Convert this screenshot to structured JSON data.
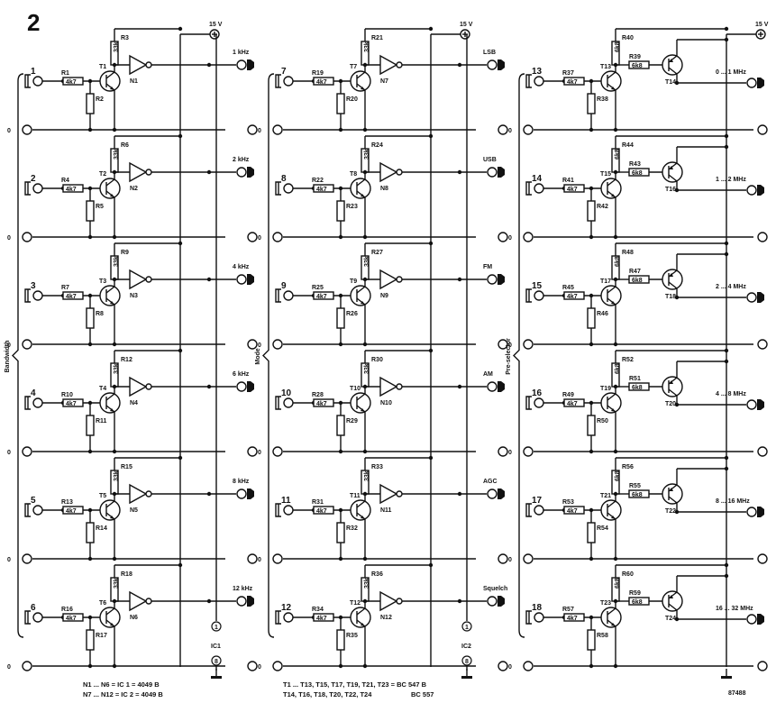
{
  "figure_number": "2",
  "figure_code": "87488",
  "supply_label": "15 V",
  "ground_label": "0",
  "resistor_value_series": "4k7",
  "resistor_value_pullup_a": "33k",
  "resistor_value_pullup_b": "6k8",
  "footnotes": {
    "ic1": "N1 ... N6 = IC 1 = 4049 B",
    "ic2": "N7 ... N12 = IC 2 = 4049 B",
    "npn": "T1 ... T13, T15, T17, T19, T21, T23 = BC 547 B",
    "pnp_list": "T14, T16, T18, T20, T22, T24",
    "pnp_type": "BC 557"
  },
  "panels": [
    {
      "group_label": "Bandwidth",
      "ic_label": "IC1",
      "ic_pin_vdd": "1",
      "ic_pin_vss": "8",
      "stages": [
        {
          "input": "1",
          "r_in": "R1",
          "r_bias": "R2",
          "r_pull": "R3",
          "transistor": "T1",
          "gate": "N1",
          "output": "1 kHz"
        },
        {
          "input": "2",
          "r_in": "R4",
          "r_bias": "R5",
          "r_pull": "R6",
          "transistor": "T2",
          "gate": "N2",
          "output": "2 kHz"
        },
        {
          "input": "3",
          "r_in": "R7",
          "r_bias": "R8",
          "r_pull": "R9",
          "transistor": "T3",
          "gate": "N3",
          "output": "4 kHz"
        },
        {
          "input": "4",
          "r_in": "R10",
          "r_bias": "R11",
          "r_pull": "R12",
          "transistor": "T4",
          "gate": "N4",
          "output": "6 kHz"
        },
        {
          "input": "5",
          "r_in": "R13",
          "r_bias": "R14",
          "r_pull": "R15",
          "transistor": "T5",
          "gate": "N5",
          "output": "8 kHz"
        },
        {
          "input": "6",
          "r_in": "R16",
          "r_bias": "R17",
          "r_pull": "R18",
          "transistor": "T6",
          "gate": "N6",
          "output": "12 kHz"
        }
      ]
    },
    {
      "group_label": "Mode",
      "ic_label": "IC2",
      "ic_pin_vdd": "1",
      "ic_pin_vss": "8",
      "stages": [
        {
          "input": "7",
          "r_in": "R19",
          "r_bias": "R20",
          "r_pull": "R21",
          "transistor": "T7",
          "gate": "N7",
          "output": "LSB"
        },
        {
          "input": "8",
          "r_in": "R22",
          "r_bias": "R23",
          "r_pull": "R24",
          "transistor": "T8",
          "gate": "N8",
          "output": "USB"
        },
        {
          "input": "9",
          "r_in": "R25",
          "r_bias": "R26",
          "r_pull": "R27",
          "transistor": "T9",
          "gate": "N9",
          "output": "FM"
        },
        {
          "input": "10",
          "r_in": "R28",
          "r_bias": "R29",
          "r_pull": "R30",
          "transistor": "T10",
          "gate": "N10",
          "output": "AM"
        },
        {
          "input": "11",
          "r_in": "R31",
          "r_bias": "R32",
          "r_pull": "R33",
          "transistor": "T11",
          "gate": "N11",
          "output": "AGC"
        },
        {
          "input": "12",
          "r_in": "R34",
          "r_bias": "R35",
          "r_pull": "R36",
          "transistor": "T12",
          "gate": "N12",
          "output": "Squelch"
        }
      ]
    },
    {
      "group_label": "Pre-selector",
      "stages": [
        {
          "input": "13",
          "r_in": "R37",
          "r_bias": "R38",
          "r_base": "R39",
          "r_pull": "R40",
          "transistor": "T13",
          "pnp": "T14",
          "output": "0 ... 1 MHz"
        },
        {
          "input": "14",
          "r_in": "R41",
          "r_bias": "R42",
          "r_base": "R43",
          "r_pull": "R44",
          "transistor": "T15",
          "pnp": "T16",
          "output": "1 ... 2 MHz"
        },
        {
          "input": "15",
          "r_in": "R45",
          "r_bias": "R46",
          "r_base": "R47",
          "r_pull": "R48",
          "transistor": "T17",
          "pnp": "T18",
          "output": "2 ... 4 MHz"
        },
        {
          "input": "16",
          "r_in": "R49",
          "r_bias": "R50",
          "r_base": "R51",
          "r_pull": "R52",
          "transistor": "T19",
          "pnp": "T20",
          "output": "4 ... 8 MHz"
        },
        {
          "input": "17",
          "r_in": "R53",
          "r_bias": "R54",
          "r_base": "R55",
          "r_pull": "R56",
          "transistor": "T21",
          "pnp": "T22",
          "output": "8 ... 16 MHz"
        },
        {
          "input": "18",
          "r_in": "R57",
          "r_bias": "R58",
          "r_base": "R59",
          "r_pull": "R60",
          "transistor": "T23",
          "pnp": "T24",
          "output": "16 ... 32 MHz"
        }
      ]
    }
  ]
}
